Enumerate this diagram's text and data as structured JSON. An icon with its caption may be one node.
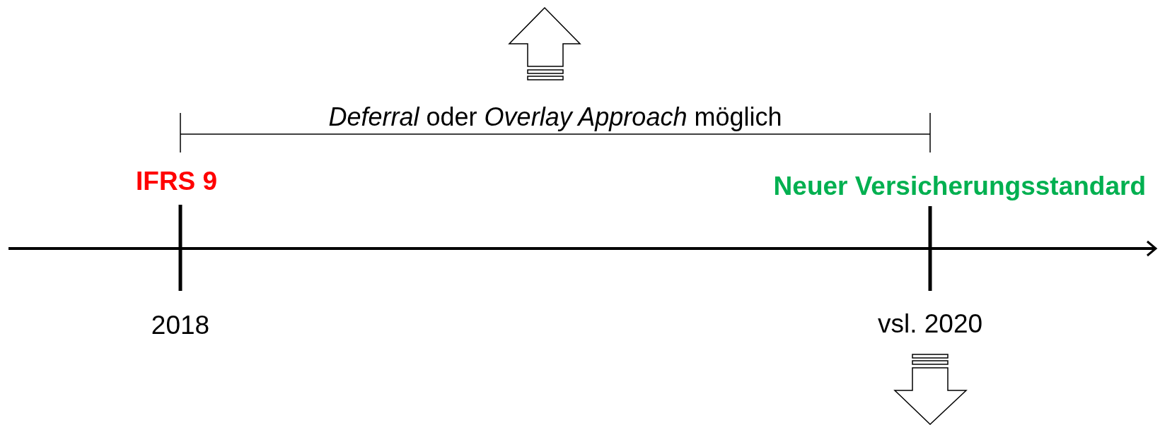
{
  "diagram": {
    "labels": [
      "*Deferral* oder *Overlay Approach* möglich",
      "IFRS 9",
      "Neuer Versicherungsstandard",
      "2018",
      "vsl. 2020"
    ]
  }
}
